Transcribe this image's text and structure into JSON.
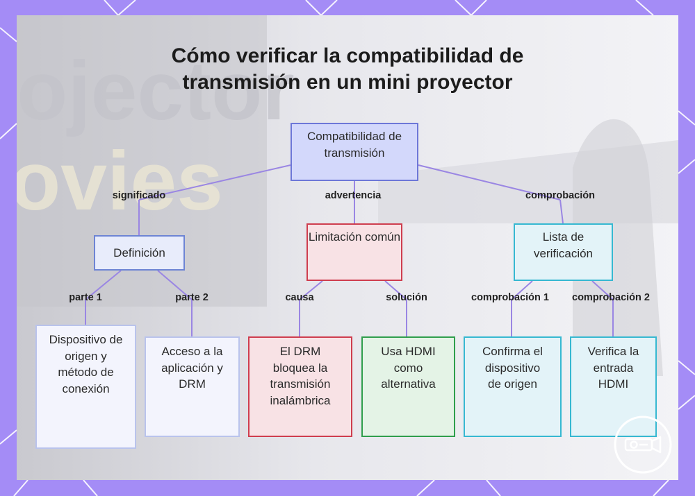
{
  "title": {
    "line1": "Cómo verificar la compatibilidad de",
    "line2": "transmisión en un mini proyector"
  },
  "colors": {
    "frame": "#a48cf6",
    "connector": "#9a86e3",
    "blue_border": "#6d84d4",
    "red_border": "#cf3d4e",
    "green_border": "#2f9e4c",
    "cyan_border": "#36b8d1"
  },
  "root": {
    "label": "Compatibilidad de transmisión"
  },
  "branches": [
    {
      "edge_label": "significado",
      "label": "Definición",
      "children": [
        {
          "edge_label": "parte 1",
          "label": "Dispositivo de origen y método de conexión"
        },
        {
          "edge_label": "parte 2",
          "label": "Acceso a la aplicación y DRM"
        }
      ]
    },
    {
      "edge_label": "advertencia",
      "label": "Limitación común",
      "children": [
        {
          "edge_label": "causa",
          "label": "El DRM bloquea la transmisión inalámbrica"
        },
        {
          "edge_label": "solución",
          "label": "Usa HDMI como alternativa"
        }
      ]
    },
    {
      "edge_label": "comprobación",
      "label": "Lista de verificación",
      "children": [
        {
          "edge_label": "comprobación 1",
          "label": "Confirma el dispositivo de origen"
        },
        {
          "edge_label": "comprobación 2",
          "label": "Verifica la entrada HDMI"
        }
      ]
    }
  ],
  "background_photo_text": "ojector ovies",
  "logo_icon": "projector-icon"
}
